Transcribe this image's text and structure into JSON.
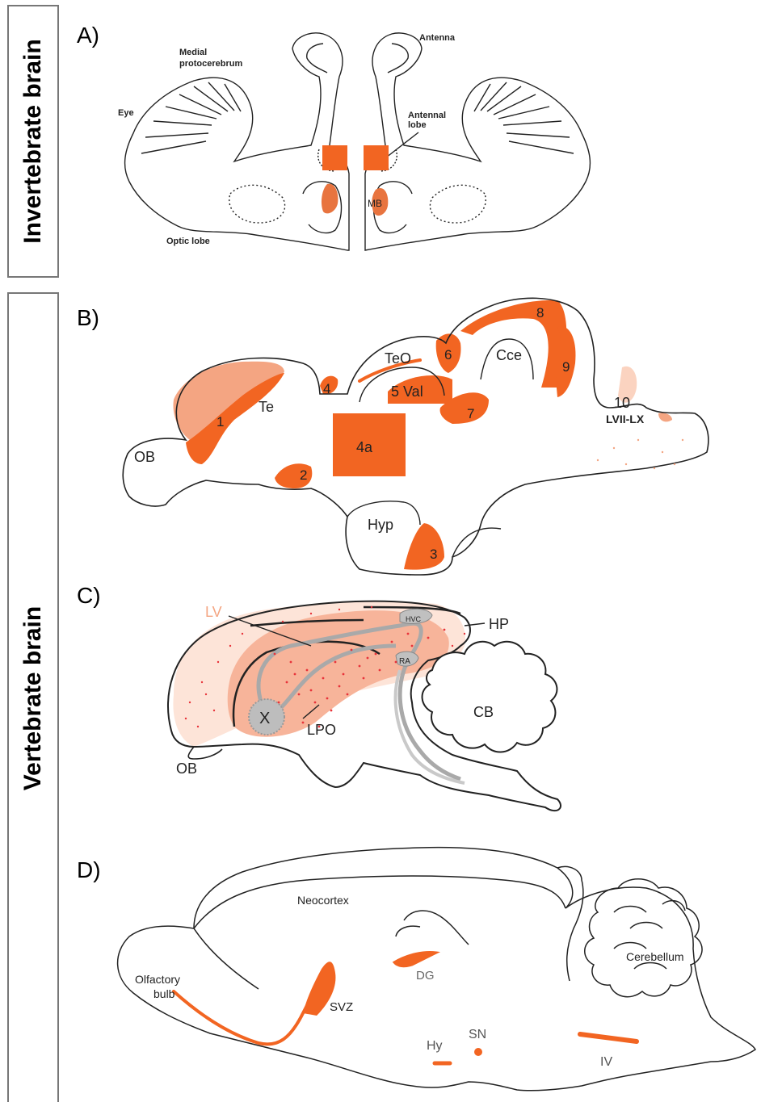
{
  "side_labels": {
    "invertebrate": "Invertebrate brain",
    "vertebrate": "Vertebrate brain"
  },
  "panels": {
    "a": {
      "letter": "A)",
      "labels": {
        "medial_1": "Medial",
        "medial_2": "protocerebrum",
        "antenna": "Antenna",
        "eye": "Eye",
        "antennal_1": "Antennal",
        "antennal_2": "lobe",
        "mb": "MB",
        "optic": "Optic lobe"
      }
    },
    "b": {
      "letter": "B)",
      "labels": {
        "teo": "TeO",
        "n6": "6",
        "cce": "Cce",
        "n8": "8",
        "n9": "9",
        "n4": "4",
        "val": "5 Val",
        "te": "Te",
        "n1": "1",
        "n7": "7",
        "n10": "10",
        "lvii": "LVII-LX",
        "ob": "OB",
        "n4a": "4a",
        "n2": "2",
        "hyp": "Hyp",
        "n3": "3"
      }
    },
    "c": {
      "letter": "C)",
      "labels": {
        "lv": "LV",
        "hvc": "HVC",
        "hp": "HP",
        "ra": "RA",
        "cb": "CB",
        "x": "X",
        "lpo": "LPO",
        "ob": "OB"
      }
    },
    "d": {
      "letter": "D)",
      "labels": {
        "neocortex": "Neocortex",
        "olf_1": "Olfactory",
        "olf_2": "bulb",
        "svz": "SVZ",
        "dg": "DG",
        "cerebellum": "Cerebellum",
        "hy": "Hy",
        "sn": "SN",
        "iv": "IV"
      }
    }
  },
  "colors": {
    "neurogenesis": "#f26522",
    "light_orange": "#f4a582",
    "pale_orange": "#fbd3c0",
    "gray_pathway": "#a9a9a9",
    "outline": "#222222",
    "frame": "#777777"
  }
}
